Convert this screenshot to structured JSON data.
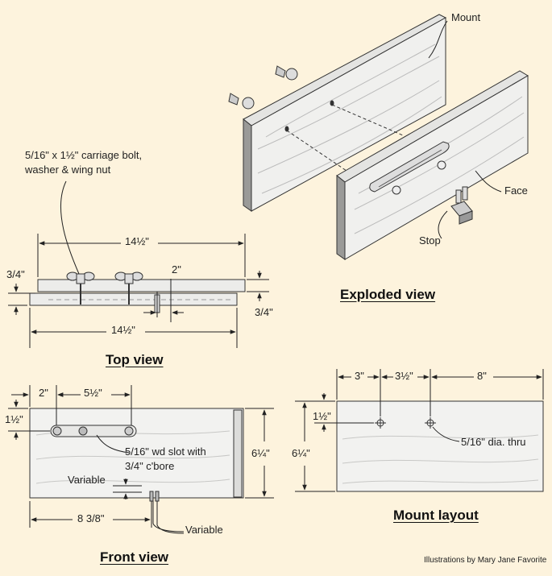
{
  "views": {
    "exploded": "Exploded view",
    "top": "Top view",
    "front": "Front view",
    "mount_layout": "Mount layout"
  },
  "callouts": {
    "mount": "Mount",
    "face": "Face",
    "stop": "Stop",
    "bolt_line1": "5/16\" x 1½\" carriage bolt,",
    "bolt_line2": "washer & wing nut",
    "slot_line1": "5/16\" wd slot with",
    "slot_line2": "3/4\" c'bore",
    "variable_front": "Variable",
    "variable_bottom": "Variable",
    "hole_note": "5/16\" dia. thru"
  },
  "dimensions": {
    "top_length_upper": "14½\"",
    "top_length_lower": "14½\"",
    "top_thickness_left": "3/4\"",
    "top_thickness_right": "3/4\"",
    "top_stop_offset": "2\"",
    "front_edge_offset": "2\"",
    "front_hole_spacing": "5½\"",
    "front_slot_height": "1½\"",
    "front_stop_position": "8 3/8\"",
    "front_height": "6¼\"",
    "mount_height": "6¼\"",
    "mount_first_hole": "3\"",
    "mount_hole_spacing": "3½\"",
    "mount_remainder": "8\"",
    "mount_hole_height": "1½\""
  },
  "credit": "Illustrations by Mary Jane Favorite",
  "colors": {
    "background": "#fdf3dd",
    "wood": "#f4f4f2",
    "ink": "#222222"
  }
}
